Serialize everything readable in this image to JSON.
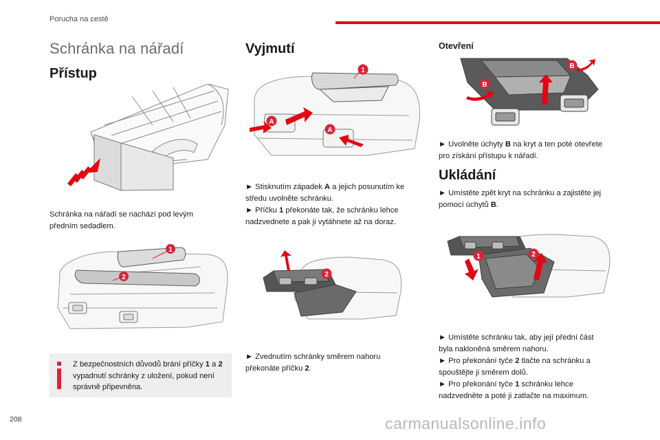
{
  "header": {
    "section": "Porucha na cestě"
  },
  "page_number": "208",
  "watermark": "carmanualsonline.info",
  "col1": {
    "title": "Schránka na nářadí",
    "subtitle": "Přístup",
    "text": "Schránka na nářadí se nachází pod levým předním sedadlem.",
    "figure2_labels": [
      "1",
      "2"
    ],
    "info": {
      "icon": "info-icon",
      "t1": "Z bezpečnostních důvodů brání příčky ",
      "b1": "1",
      "t2": " a ",
      "b2": "2",
      "t3": " vypadnutí schránky z uložení, pokud není správně připevněna."
    }
  },
  "col2": {
    "title": "Vyjmutí",
    "figure1_labels": [
      "1",
      "A",
      "A"
    ],
    "step1": {
      "l1_a": "► Stisknutím západek ",
      "l1_b": "A",
      "l1_c": " a jejich posunutím ke",
      "l2": "středu uvolněte schránku.",
      "l3_a": "► Příčku ",
      "l3_b": "1",
      "l3_c": " překonáte tak, že schránku lehce",
      "l4": "nadzvednete a pak ji vytáhnete až na doraz."
    },
    "figure2_labels": [
      "2"
    ],
    "step2": {
      "l1": "► Zvednutím schránky směrem nahoru",
      "l2_a": "překonáte příčku ",
      "l2_b": "2",
      "l2_c": "."
    }
  },
  "col3": {
    "subtitle_open": "Otevření",
    "figure1_labels": [
      "B",
      "B"
    ],
    "open_text": {
      "l1_a": "► Uvolněte úchyty ",
      "l1_b": "B",
      "l1_c": " na kryt a ten poté otevřete",
      "l2": "pro získání přístupu k nářadí."
    },
    "title_store": "Ukládání",
    "store_text": {
      "l1": "► Umístěte zpět kryt na schránku a zajistěte jej",
      "l2_a": "pomocí úchytů ",
      "l2_b": "B",
      "l2_c": "."
    },
    "figure2_labels": [
      "2",
      "1"
    ],
    "final_text": {
      "l1": "► Umístěte schránku tak, aby její přední část",
      "l2": "byla nakloněná směrem nahoru.",
      "l3_a": "► Pro překonání tyče ",
      "l3_b": "2",
      "l3_c": " tlačte na schránku a",
      "l4": "spouštějte ji směrem dolů.",
      "l5_a": "► Pro překonání tyče ",
      "l5_b": "1",
      "l5_c": " schránku lehce",
      "l6": "nadzvedněte a poté ji zatlačte na maximum."
    }
  },
  "colors": {
    "accent": "#e30613",
    "callout": "#d7253b",
    "line": "#6e6e6e",
    "shadow": "#cfcfcf"
  }
}
